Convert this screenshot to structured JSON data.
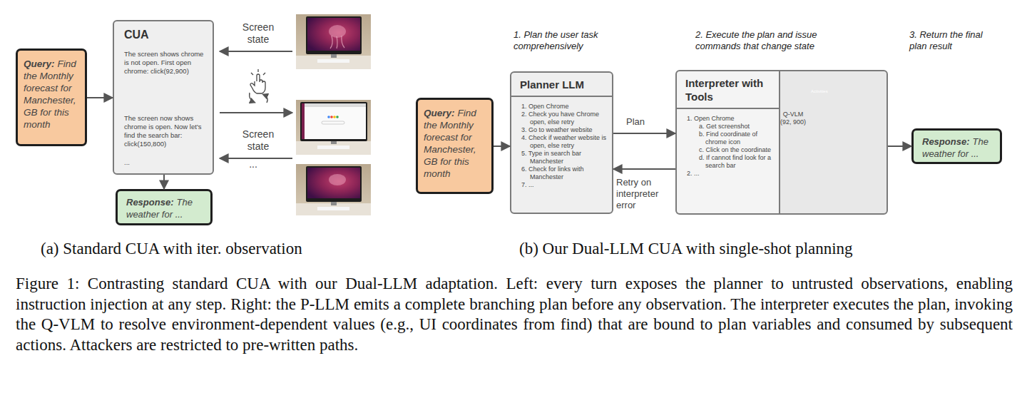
{
  "diagram": {
    "caption": "Figure 1: Contrasting standard CUA with our Dual-LLM adaptation. Left: every turn exposes the planner to untrusted observations, enabling instruction injection at any step. Right: the P-LLM emits a complete branching plan before any observation. The interpreter executes the plan, invoking the Q-VLM to resolve environment-dependent values (e.g., UI coordinates from find) that are bound to plan variables and consumed by subsequent actions. Attackers are restricted to pre-written paths.",
    "nodes": [
      {
        "text": [
          "Query:",
          "Find the Monthly forecast for Manchester, GB for this month"
        ]
      },
      {
        "text": [
          "CUA",
          "The screen shows chrome is not open. First open chrome: click(92,900)",
          "The screen now shows chrome is open. Now let's find the search bar: click(150,800)",
          "..."
        ]
      },
      {
        "text": [
          "Response:",
          "The weather for ..."
        ]
      },
      {
        "text": [
          "Query:",
          "Find the Monthly forecast for Manchester, GB for this month"
        ]
      },
      {
        "text": [
          "Planner LLM",
          "1. Open Chrome",
          "2. Check you have Chrome open, else retry",
          "3. Go to weather website",
          "4. Check if weather website is open, else retry",
          "5. Type in search bar Manchester",
          "6. Check for links with Manchester",
          "7. ..."
        ]
      },
      {
        "text": [
          "Interpreter with Tools",
          "1. Open Chrome",
          "a. Get screenshot",
          "b. Find coordinate of chrome icon",
          "c. Click on the coordinate",
          "d. If cannot find look for a search bar",
          "2. ..."
        ]
      },
      {
        "text": [
          "Response:",
          "The weather for ..."
        ]
      }
    ],
    "edges": [
      {
        "from": 0,
        "to": 1,
        "arrow": "to"
      },
      {
        "from": 1,
        "to": 2,
        "arrow": "to"
      },
      {
        "from": 3,
        "to": 4,
        "arrow": "to"
      },
      {
        "from": 4,
        "to": 5,
        "label": "Plan",
        "arrow": "to"
      },
      {
        "from": 5,
        "to": 4,
        "label": "Retry on interpreter error",
        "arrow": "to"
      },
      {
        "from": 5,
        "to": 6,
        "arrow": "to"
      }
    ],
    "labels": [
      "Screen state",
      "Screen state",
      "...",
      "1. Plan the user task comprehensively",
      "2. Execute the plan and issue commands that change state",
      "3. Return the final plan result",
      "Activities",
      "Q-VLM (92, 900)",
      "(a) Standard CUA with iter. observation",
      "(b) Our Dual-LLM CUA with single-shot planning"
    ]
  }
}
